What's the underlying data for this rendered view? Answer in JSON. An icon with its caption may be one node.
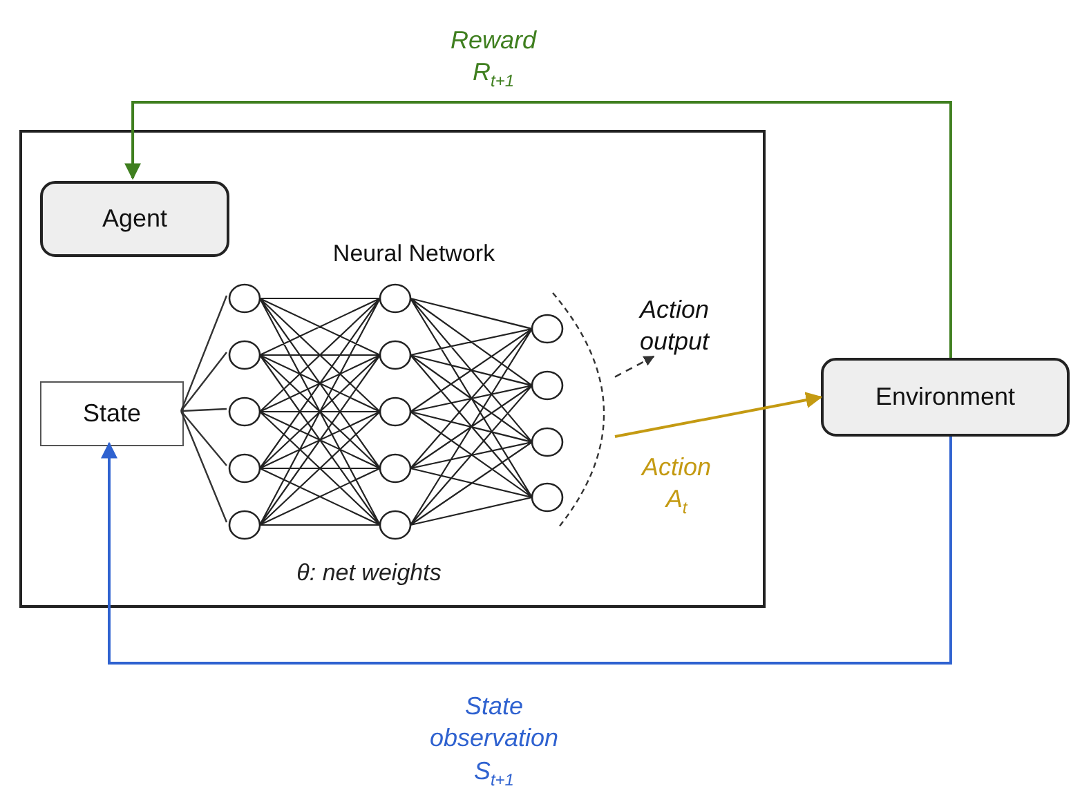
{
  "diagram": {
    "nodes": [
      {
        "text": [],
        "shape": "box"
      },
      {
        "text": [
          "Agent"
        ],
        "in": 0
      },
      {
        "text": [
          "State"
        ],
        "in": 0
      },
      {
        "text": [
          "Neural Network",
          "θ: net weights"
        ],
        "in": 0
      },
      {
        "text": [
          "Environment"
        ]
      },
      {
        "text": [
          "Action output"
        ],
        "in": 0
      }
    ],
    "edges": [
      {
        "from": 4,
        "to": 1,
        "arrow": "to",
        "label": "Reward R$_{t+1}$",
        "color": "#3f7f1f"
      },
      {
        "from": 4,
        "to": 2,
        "arrow": "to",
        "label": "State observation S$_{t+1}$",
        "color": "#2f62d0"
      },
      {
        "from": 3,
        "to": 4,
        "arrow": "to",
        "label": "Action A$_{t}$",
        "color": "#c49a12"
      },
      {
        "from": 3,
        "to": 5,
        "arrow": "to",
        "style": "dashed",
        "color": "#333333"
      },
      {
        "from": 2,
        "to": 3,
        "arrow": "none",
        "color": "#333333"
      }
    ]
  }
}
